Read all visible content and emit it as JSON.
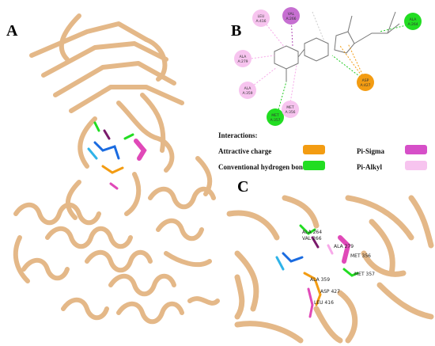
{
  "panel_labels": {
    "a": "A",
    "b": "B",
    "c": "C"
  },
  "interaction_residues": [
    {
      "id": "leu416",
      "name": "LEU",
      "num": "A:416",
      "type": "pi-alkyl"
    },
    {
      "id": "val266",
      "name": "VAL",
      "num": "A:266",
      "type": "pi-sigma"
    },
    {
      "id": "ala264",
      "name": "ALA",
      "num": "A:264",
      "type": "hbond"
    },
    {
      "id": "ala279",
      "name": "ALA",
      "num": "A:279",
      "type": "pi-alkyl"
    },
    {
      "id": "ala359",
      "name": "ALA",
      "num": "A:359",
      "type": "pi-alkyl"
    },
    {
      "id": "asp427",
      "name": "ASP",
      "num": "A:427",
      "type": "charge"
    },
    {
      "id": "met357",
      "name": "MET",
      "num": "A:357",
      "type": "hbond"
    },
    {
      "id": "met356",
      "name": "MET",
      "num": "A:356",
      "type": "pi-alkyl"
    }
  ],
  "legend": {
    "title": "Interactions:",
    "items": [
      {
        "label": "Attractive charge",
        "color": "#f39c12"
      },
      {
        "label": "Pi-Sigma",
        "color": "#d64fc8"
      },
      {
        "label": "Conventional hydrogen bond",
        "color": "#22dd22"
      },
      {
        "label": "Pi-Alkyl",
        "color": "#f7c4ef"
      }
    ]
  },
  "panel_c_labels": {
    "ala264": "ALA 264",
    "val266": "VAL 266",
    "ala279": "ALA 279",
    "met356": "MET 356",
    "met357": "MET 357",
    "ala359": "ALA 359",
    "asp427": "ASP 427",
    "leu416": "LEU 416"
  },
  "colors": {
    "protein": "#e4b888",
    "protein_dark": "#c99a68",
    "hbond": "#22dd22",
    "charge": "#f39c12",
    "pi_sigma": "#d64fc8",
    "pi_alkyl": "#f7c4ef"
  }
}
